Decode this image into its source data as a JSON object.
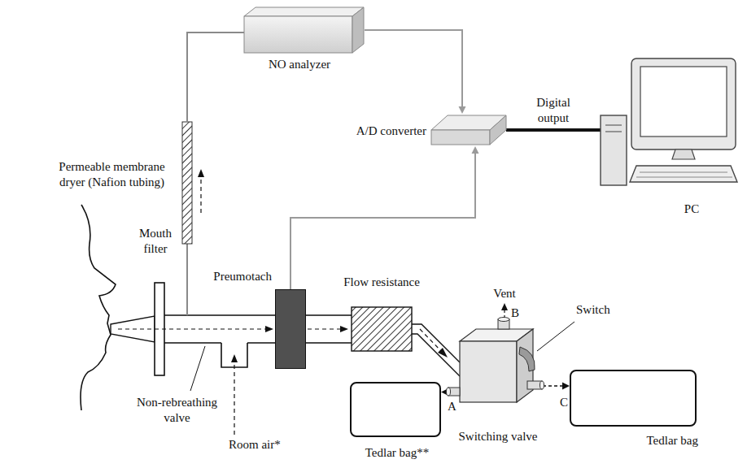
{
  "diagram": {
    "nodes": [
      {
        "text": [
          "NO analyzer"
        ]
      },
      {
        "text": [
          "A/D converter"
        ]
      },
      {
        "text": [
          "PC"
        ]
      },
      {
        "text": [
          "Preumotach"
        ]
      },
      {
        "text": [
          "Switching valve"
        ]
      },
      {
        "text": [
          "Tedlar bag**"
        ]
      },
      {
        "text": [
          "Tedlar bag"
        ]
      }
    ],
    "edges": [
      {
        "from": 0,
        "to": 1,
        "arrow": "to"
      },
      {
        "from": 3,
        "to": 1,
        "arrow": "to"
      },
      {
        "from": 1,
        "to": 2,
        "label": "Digital output",
        "arrow": "none"
      },
      {
        "from": 4,
        "to": 5,
        "arrow": "to"
      },
      {
        "from": 4,
        "to": 6,
        "arrow": "to"
      }
    ],
    "labels": [
      "Permeable membrane dryer (Nafion tubing)",
      "Mouth filter",
      "Flow resistance",
      "Non-rebreathing valve",
      "Room air*",
      "Vent",
      "B",
      "Switch",
      "A",
      "C"
    ]
  }
}
